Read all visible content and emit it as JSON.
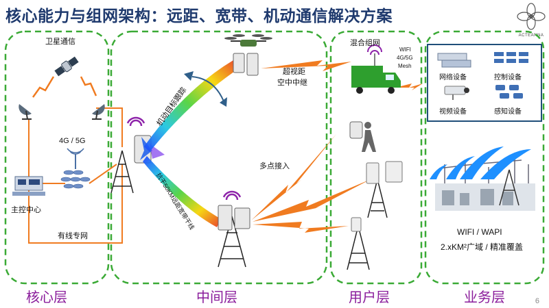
{
  "title": "核心能力与组网架构：远距、宽带、机动通信解决方案",
  "logo_text": "ACTEANNA",
  "page_number": "6",
  "layers": {
    "core": "核心层",
    "middle": "中间层",
    "user": "用户层",
    "business": "业务层"
  },
  "core_labels": {
    "satellite": "卫星通信",
    "cellular": "4G / 5G",
    "control_center": "主控中心",
    "wired_network": "有线专网"
  },
  "middle_labels": {
    "beam_tracking": "机动目标跟踪",
    "anti_jam": "抗干50KM远距宽带干线",
    "relay_line1": "超视距",
    "relay_line2": "空中中继",
    "multipoint": "多点接入"
  },
  "user_labels": {
    "hybrid_network": "混合组网",
    "wifi_line1": "WIFI",
    "wifi_line2": "4G/5G",
    "wifi_line3": "Mesh"
  },
  "devices": {
    "network": "网络设备",
    "control": "控制设备",
    "video": "视频设备",
    "sensing": "感知设备"
  },
  "business_labels": {
    "wifi_wapi": "WIFI / WAPI",
    "coverage": "2.xKM²广域 / 精准覆盖"
  },
  "colors": {
    "title": "#1f3a6e",
    "dashed_border": "#3aaa35",
    "layer_label": "#8a1c9b",
    "link_orange": "#f07b20",
    "wifi_blue": "#1e90ff",
    "box_border": "#1f4e79"
  }
}
